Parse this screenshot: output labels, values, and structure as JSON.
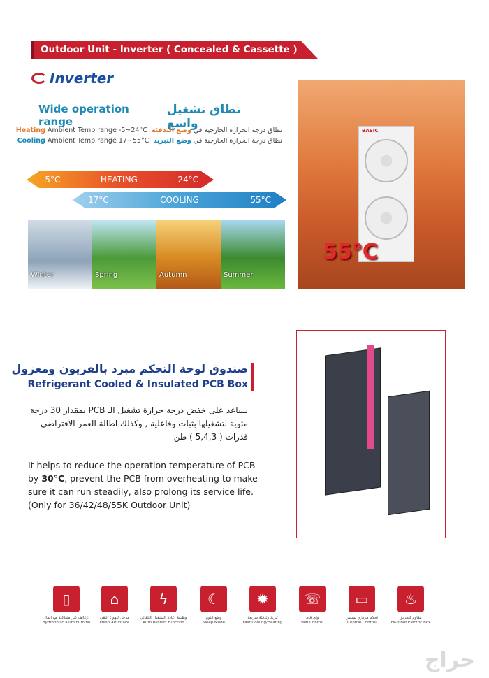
{
  "banner": {
    "title": "Outdoor Unit - Inverter ( Concealed & Cassette )"
  },
  "logo": {
    "text": "Inverter"
  },
  "range": {
    "title_en": "Wide operation range",
    "title_ar": "نطاق تشغيل واسع",
    "heating_ar_prefix": "نطاق درجة الحرارة الخارجية في",
    "heating_ar_mode": "وضع التدفئة",
    "heating_label": "Heating",
    "heating_text": " Ambient Temp range  -5~24°C",
    "cooling_ar_prefix": "نطاق درجة الحرارة الخارجية في",
    "cooling_ar_mode": "وضع التبريد",
    "cooling_label": "Cooling",
    "cooling_text": " Ambient Temp range 17~55°C"
  },
  "arrows": {
    "heating": {
      "min": "-5°C",
      "label": "HEATING",
      "max": "24°C"
    },
    "cooling": {
      "min": "17°C",
      "label": "COOLING",
      "max": "55°C"
    }
  },
  "seasons": [
    "Winter",
    "Spring",
    "Autumn",
    "Summer"
  ],
  "photo": {
    "brand": "BASIC",
    "temp": "55°C"
  },
  "pcb": {
    "title_ar": "صندوق لوحة التحكم مبرد بالفريون ومعزول",
    "title_en": "Refrigerant Cooled & Insulated PCB Box",
    "para_ar": "يساعد على خفض درجة حرارة تشغيل الـ PCB بمقدار 30 درجة مئوية لتشغيلها بثبات وفاعلية , وكذلك اطالة العمر الافتراضي قدرات ( 5,4,3 ) طن",
    "para_en_1": "It helps to reduce the operation temperature of PCB by ",
    "para_en_bold": "30°C",
    "para_en_2": ", prevent the PCB from overheating to make sure it can run steadily, also prolong its service life. (Only for 36/42/48/55K Outdoor Unit)"
  },
  "features": [
    {
      "icon": "fin-icon",
      "glyph": "▯",
      "ar": "زعانف غير متفاعلة مع الماء",
      "en": "Hydrophilic aluminum fin"
    },
    {
      "icon": "fresh-air-icon",
      "glyph": "⌂",
      "ar": "مدخل للهواء النقي",
      "en": "Fresh Air Intake"
    },
    {
      "icon": "auto-restart-icon",
      "glyph": "ϟ",
      "ar": "وظيفة إعادة التشغيل التلقائي",
      "en": "Auto Restart Function"
    },
    {
      "icon": "moon-icon",
      "glyph": "☾",
      "ar": "وضع النوم",
      "en": "Sleep Mode"
    },
    {
      "icon": "sun-snow-icon",
      "glyph": "✹",
      "ar": "تبريد وتدفئة سريعة",
      "en": "Fast Cooling/Heating"
    },
    {
      "icon": "wifi-remote-icon",
      "glyph": "☏",
      "ar": "واي فاي",
      "en": "Wifi Control"
    },
    {
      "icon": "central-control-icon",
      "glyph": "▭",
      "ar": "تحكم مركزي بسيس",
      "en": "Central Control"
    },
    {
      "icon": "fireproof-icon",
      "glyph": "♨",
      "ar": "مقاوم للحريق",
      "en": "Fir-proof Electric Box"
    }
  ],
  "watermark": "حراج"
}
